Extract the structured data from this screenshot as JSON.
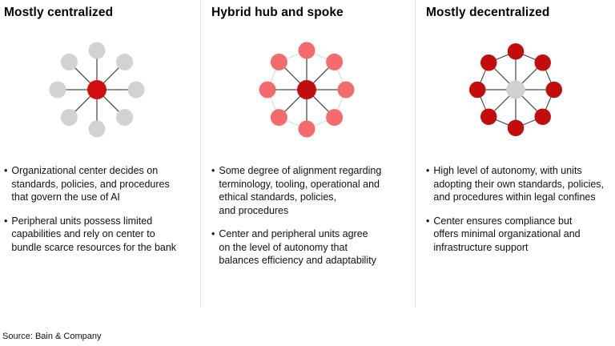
{
  "source": "Source: Bain & Company",
  "colors": {
    "red_bright": "#d40d0d",
    "red_dark": "#c30d0d",
    "red_light": "#f56b6b",
    "gray_node": "#d2d2d2",
    "gray_center": "#d0d0d0",
    "spoke_dark": "#4d4d4d",
    "ring_light": "#dcdcdc",
    "divider": "#e2e2e2"
  },
  "columns": [
    {
      "title": "Mostly centralized",
      "diagram": {
        "node_count": 8,
        "center_color": "#d40d0d",
        "peripheral_color": "#d2d2d2",
        "spoke_color": "#4d4d4d",
        "ring_color": null
      },
      "bullets": [
        "Organizational center decides on\nstandards, policies, and procedures\nthat govern the use of AI",
        "Peripheral units possess limited\ncapabilities and rely on center to\nbundle scarce resources for the bank"
      ]
    },
    {
      "title": "Hybrid hub and spoke",
      "diagram": {
        "node_count": 8,
        "center_color": "#c30d0d",
        "peripheral_color": "#f56b6b",
        "spoke_color": "#4d4d4d",
        "ring_color": "#dcdcdc"
      },
      "bullets": [
        "Some degree of alignment regarding\nterminology, tooling, operational and\nethical standards, policies,\nand procedures",
        "Center and peripheral units agree\non the level of autonomy that\nbalances efficiency and adaptability"
      ]
    },
    {
      "title": "Mostly decentralized",
      "diagram": {
        "node_count": 8,
        "center_color": "#d0d0d0",
        "peripheral_color": "#c30d0d",
        "spoke_color": "#4d4d4d",
        "ring_color": "#4d4d4d"
      },
      "bullets": [
        "High level of autonomy, with units\nadopting their own standards, policies,\nand procedures within legal confines",
        "Center ensures compliance but\noffers minimal organizational and\ninfrastructure support"
      ]
    }
  ]
}
